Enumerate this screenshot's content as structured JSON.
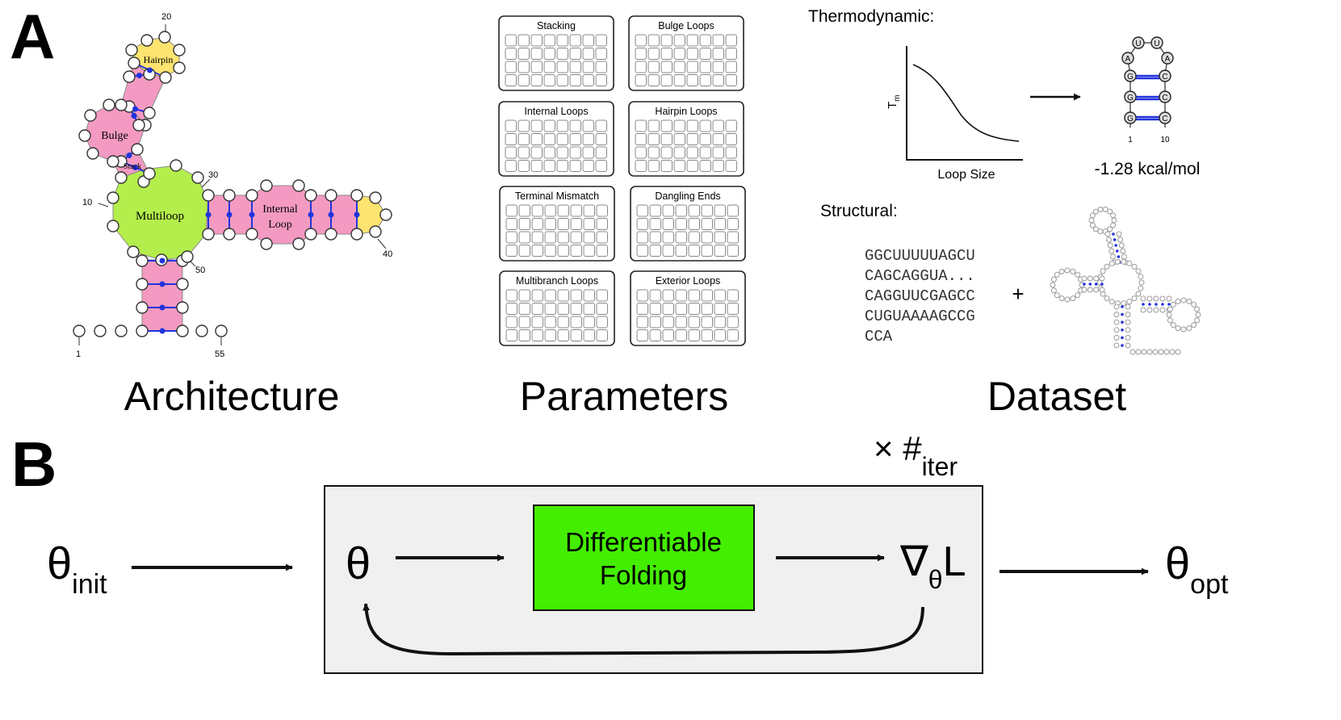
{
  "panel_a": {
    "label": "A",
    "architecture": {
      "title": "Architecture",
      "loops": {
        "hairpin": "Hairpin",
        "bulge": "Bulge",
        "stack": "Stack",
        "multiloop": "Multiloop",
        "internal_line1": "Internal",
        "internal_line2": "Loop"
      },
      "position_labels": [
        "1",
        "10",
        "20",
        "30",
        "40",
        "50",
        "55"
      ]
    },
    "parameters": {
      "title": "Parameters",
      "tables": [
        "Stacking",
        "Bulge Loops",
        "Internal Loops",
        "Hairpin Loops",
        "Terminal Mismatch",
        "Dangling Ends",
        "Multibranch Loops",
        "Exterior Loops"
      ]
    },
    "dataset": {
      "title": "Dataset",
      "thermodynamic_label": "Thermodynamic:",
      "plot_ylabel": "T",
      "plot_ylabel_sub": "m",
      "plot_xlabel": "Loop Size",
      "hairpin_bases": [
        "U",
        "U",
        "A",
        "A",
        "G",
        "C",
        "G",
        "C",
        "G",
        "C"
      ],
      "hairpin_pos_start": "1",
      "hairpin_pos_end": "10",
      "energy": "-1.28 kcal/mol",
      "structural_label": "Structural:",
      "sequence_lines": [
        "GGCUUUUUAGCU",
        "CAGCAGGUA...",
        "CAGGUUCGAGCC",
        "CUGUAAAAGCCG",
        "CCA"
      ],
      "plus": "+"
    }
  },
  "panel_b": {
    "label": "B",
    "iter_prefix": "× #",
    "iter_sub": "iter",
    "theta_init": "θ",
    "theta_init_sub": "init",
    "theta": "θ",
    "box_line1": "Differentiable",
    "box_line2": "Folding",
    "grad_nabla": "∇",
    "grad_sub": "θ",
    "grad_L": "L",
    "theta_opt": "θ",
    "theta_opt_sub": "opt",
    "colors": {
      "box_fill": "#44ee00",
      "panel_fill": "#f0f0f0"
    }
  },
  "colors": {
    "pink": "#f49ac2",
    "yellow": "#fde36f",
    "green": "#b4ee4c",
    "pair_blue": "#2233dd"
  }
}
